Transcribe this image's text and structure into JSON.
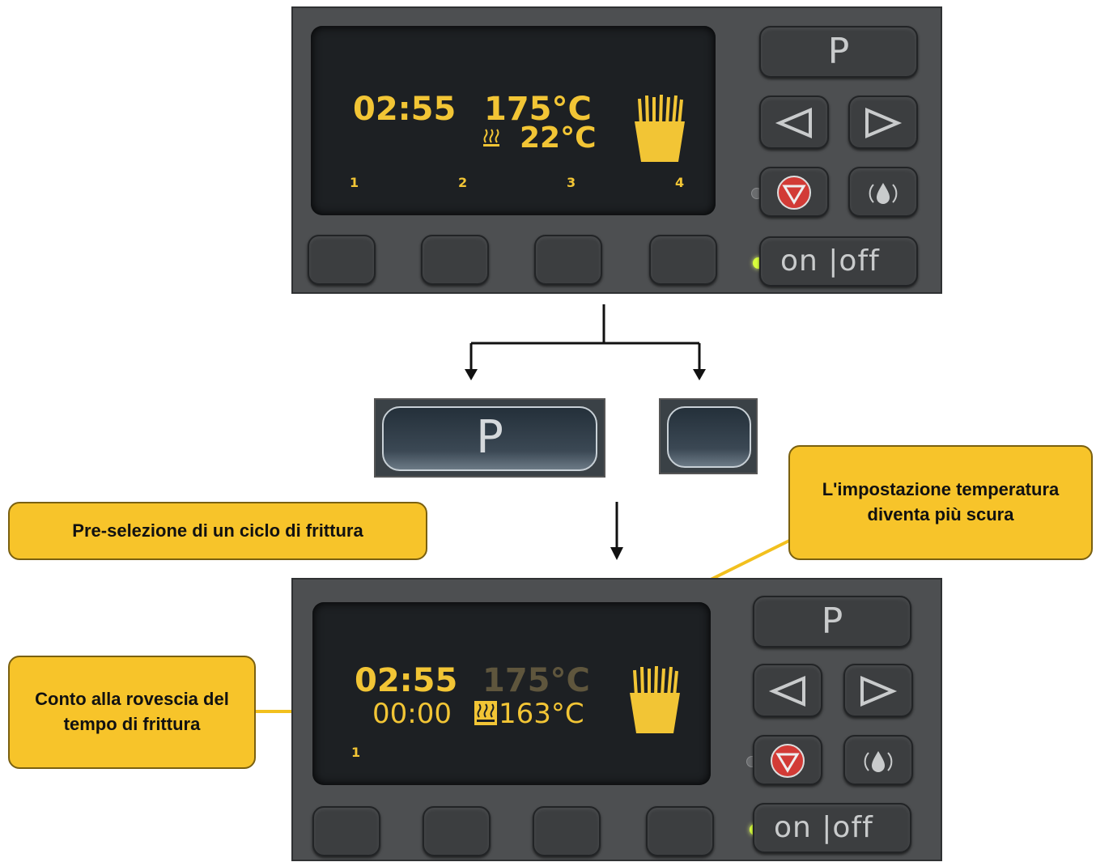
{
  "top_panel": {
    "time": "02:55",
    "set_temp": "175°C",
    "current_temp": "22°C",
    "slots": [
      "1",
      "2",
      "3",
      "4"
    ],
    "p_label": "P",
    "onoff_label": "on |off"
  },
  "zoom_buttons": {
    "p_label": "P"
  },
  "bottom_panel": {
    "time": "02:55",
    "countdown": "00:00",
    "set_temp": "175°C",
    "current_temp": "163°C",
    "slots": [
      "1"
    ],
    "p_label": "P",
    "onoff_label": "on |off"
  },
  "callouts": {
    "preselection": "Pre-selezione di un ciclo di frittura",
    "temperature_dim": "L'impostazione temperatura diventa più scura",
    "countdown": "Conto alla rovescia del tempo di frittura"
  },
  "colors": {
    "display_text": "#f2c535",
    "callout_fill": "#f7c42a",
    "panel": "#4d4f51",
    "led": "#d8ff3c"
  },
  "icons": [
    "fries-icon",
    "heat-icon",
    "left-arrow-icon",
    "right-arrow-icon",
    "stop-icon",
    "oil-drop-icon"
  ]
}
